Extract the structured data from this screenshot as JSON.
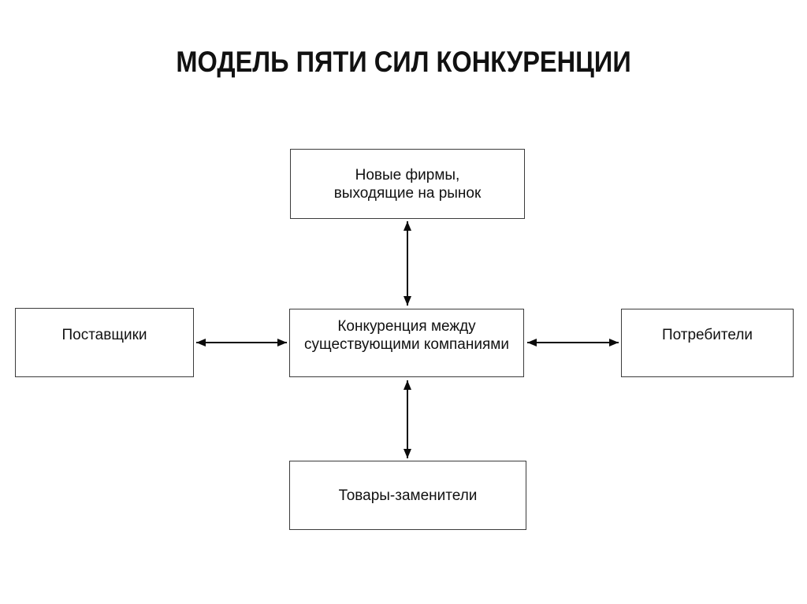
{
  "title": "МОДЕЛЬ ПЯТИ СИЛ КОНКУРЕНЦИИ",
  "diagram": {
    "type": "five-forces-flowchart",
    "boxes": {
      "new_entrants": {
        "label": "Новые фирмы,\nвыходящие на рынок"
      },
      "rivalry": {
        "label": "Конкуренция между\nсуществующими компаниями"
      },
      "suppliers": {
        "label": "Поставщики"
      },
      "buyers": {
        "label": "Потребители"
      },
      "substitutes": {
        "label": "Товары-заменители"
      }
    },
    "connections": [
      {
        "from": "new_entrants",
        "to": "rivalry",
        "bidirectional": true
      },
      {
        "from": "suppliers",
        "to": "rivalry",
        "bidirectional": true
      },
      {
        "from": "buyers",
        "to": "rivalry",
        "bidirectional": true
      },
      {
        "from": "substitutes",
        "to": "rivalry",
        "bidirectional": true
      }
    ],
    "colors": {
      "background": "#ffffff",
      "box_border": "#3b3b3b",
      "text": "#111111",
      "arrow": "#0a0a0a"
    }
  }
}
